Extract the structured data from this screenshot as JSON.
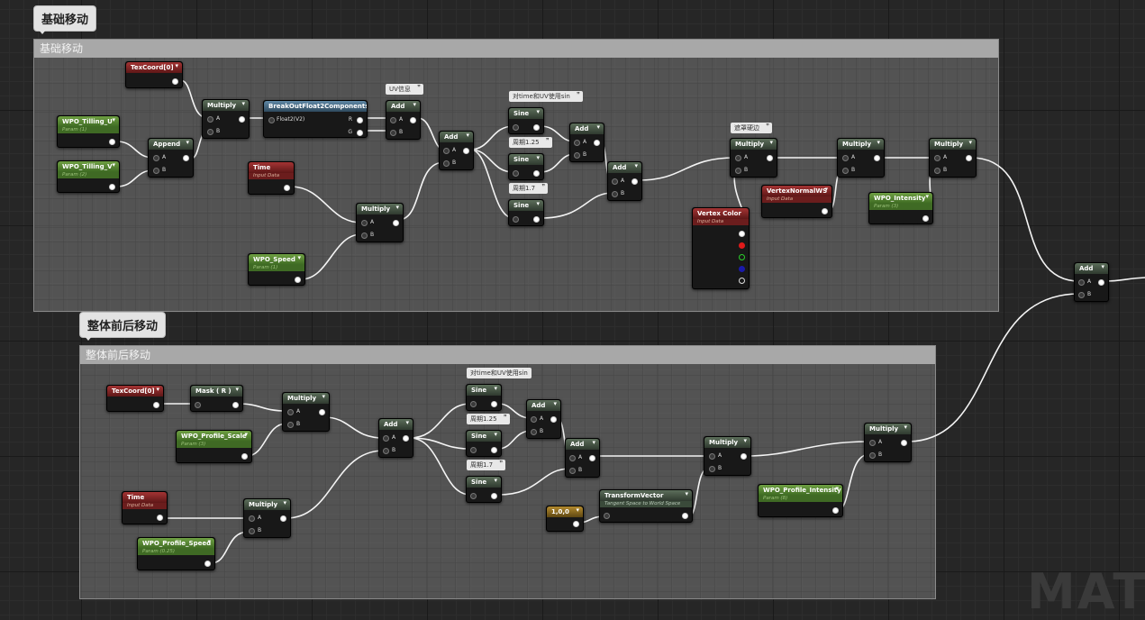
{
  "groups": {
    "base": {
      "bubble": "基础移动",
      "header": "基础移动"
    },
    "overall": {
      "bubble": "整体前后移动",
      "header": "整体前后移动"
    }
  },
  "tags": {
    "uv_info": "UV信息",
    "sin_top": "对time和UV使用sin",
    "period_125_top": "周期1.25",
    "period_17_top": "周期1.7",
    "mask_vc": "遮罩硬边",
    "sin_bottom": "对time和UV使用sin",
    "period_125_bottom": "周期1.25",
    "period_17_bottom": "周期1.7"
  },
  "nodes": {
    "texcoord_top": {
      "title": "TexCoord[0]"
    },
    "tilling_u": {
      "title": "WPO_Tilling_U",
      "sub": "Param (1)"
    },
    "tilling_v": {
      "title": "WPO_Tilling_V",
      "sub": "Param (2)"
    },
    "append": {
      "title": "Append",
      "a": "A",
      "b": "B"
    },
    "multiply_1": {
      "title": "Multiply",
      "a": "A",
      "b": "B"
    },
    "breakout": {
      "title": "BreakOutFloat2Components",
      "in": "Float2(V2)",
      "r": "R",
      "g": "G"
    },
    "add_1": {
      "title": "Add",
      "a": "A",
      "b": "B"
    },
    "time_top": {
      "title": "Time",
      "sub": "Input Data"
    },
    "multiply_2": {
      "title": "Multiply",
      "a": "A",
      "b": "B"
    },
    "speed_top": {
      "title": "WPO_Speed",
      "sub": "Param (1)"
    },
    "add_2": {
      "title": "Add",
      "a": "A",
      "b": "B"
    },
    "sine_1": {
      "title": "Sine"
    },
    "sine_2": {
      "title": "Sine"
    },
    "sine_3": {
      "title": "Sine"
    },
    "add_3": {
      "title": "Add",
      "a": "A",
      "b": "B"
    },
    "add_4": {
      "title": "Add",
      "a": "A",
      "b": "B"
    },
    "multiply_3": {
      "title": "Multiply",
      "a": "A",
      "b": "B"
    },
    "vertex_color": {
      "title": "Vertex Color",
      "sub": "Input Data"
    },
    "vertex_normal": {
      "title": "VertexNormalWS",
      "sub": "Input Data"
    },
    "multiply_4": {
      "title": "Multiply",
      "a": "A",
      "b": "B"
    },
    "intensity": {
      "title": "WPO_Intensity",
      "sub": "Param (3)"
    },
    "multiply_5": {
      "title": "Multiply",
      "a": "A",
      "b": "B"
    },
    "add_final": {
      "title": "Add",
      "a": "A",
      "b": "B"
    },
    "texcoord_bot": {
      "title": "TexCoord[0]"
    },
    "mask_r": {
      "title": "Mask ( R )"
    },
    "multiply_b1": {
      "title": "Multiply",
      "a": "A",
      "b": "B"
    },
    "profile_scale": {
      "title": "WPO_Profile_Scale",
      "sub": "Param (3)"
    },
    "add_b1": {
      "title": "Add",
      "a": "A",
      "b": "B"
    },
    "sine_b1": {
      "title": "Sine"
    },
    "sine_b2": {
      "title": "Sine"
    },
    "sine_b3": {
      "title": "Sine"
    },
    "add_b2": {
      "title": "Add",
      "a": "A",
      "b": "B"
    },
    "add_b3": {
      "title": "Add",
      "a": "A",
      "b": "B"
    },
    "time_bot": {
      "title": "Time",
      "sub": "Input Data"
    },
    "multiply_b2": {
      "title": "Multiply",
      "a": "A",
      "b": "B"
    },
    "profile_speed": {
      "title": "WPO_Profile_Speed",
      "sub": "Param (0.25)"
    },
    "const_vec": {
      "title": "1,0,0"
    },
    "transform_vector": {
      "title": "TransformVector",
      "sub": "Tangent Space to World Space"
    },
    "multiply_b3": {
      "title": "Multiply",
      "a": "A",
      "b": "B"
    },
    "profile_intensity": {
      "title": "WPO_Profile_Intensity",
      "sub": "Param (8)"
    },
    "multiply_b4": {
      "title": "Multiply",
      "a": "A",
      "b": "B"
    }
  },
  "watermark": "MATE",
  "colors": {
    "wire": "#ffffff",
    "param": "#5d8f36",
    "input": "#8e2727",
    "math": "#4c5c4a"
  }
}
